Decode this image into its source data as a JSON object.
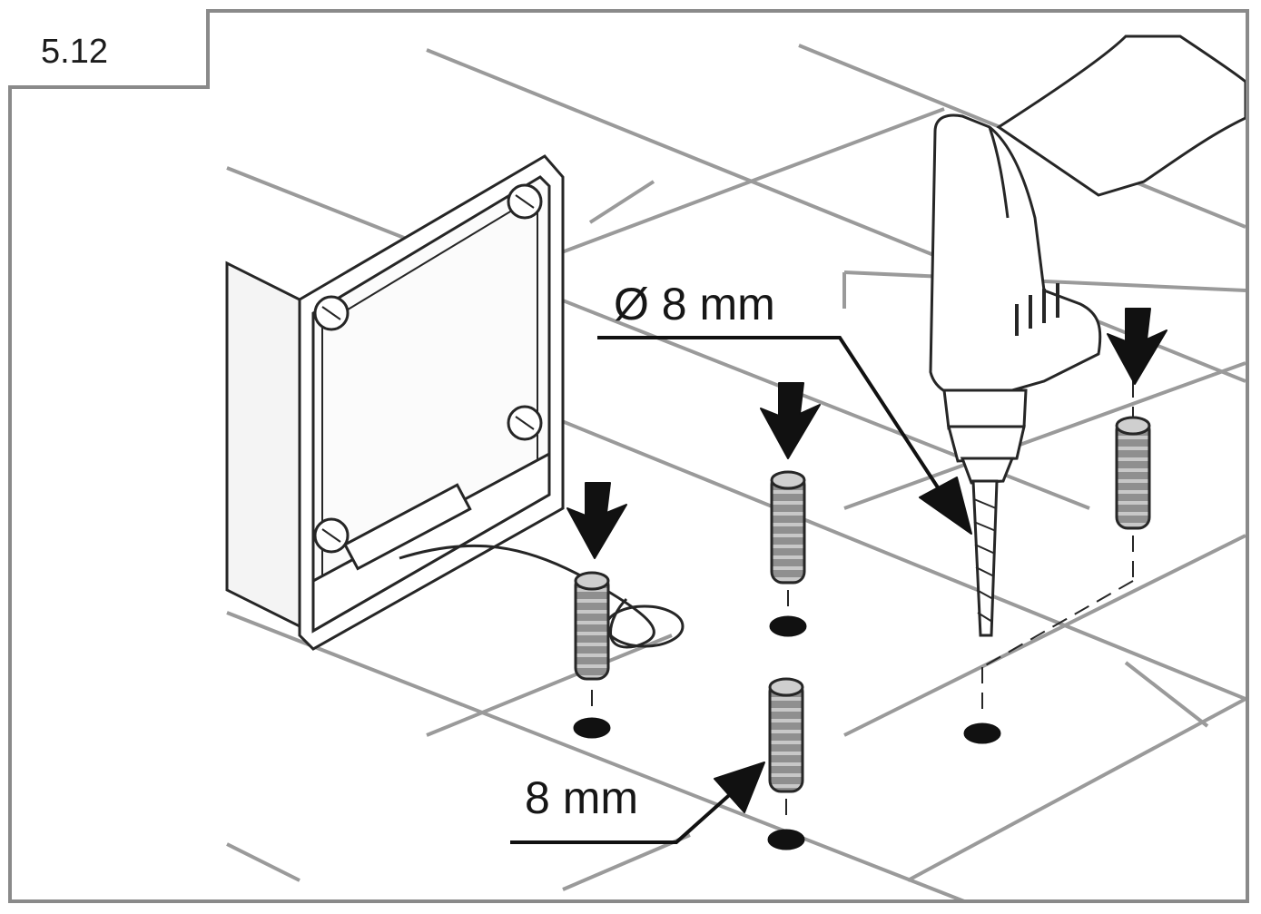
{
  "step": {
    "number": "5.12"
  },
  "labels": {
    "drill_bit_diameter": "Ø 8 mm",
    "plug_size": "8 mm"
  },
  "colors": {
    "frame": "#8a8a8a",
    "line": "#262626",
    "tile_line": "#9a9a9a",
    "fill_grey": "#9e9e9e"
  }
}
